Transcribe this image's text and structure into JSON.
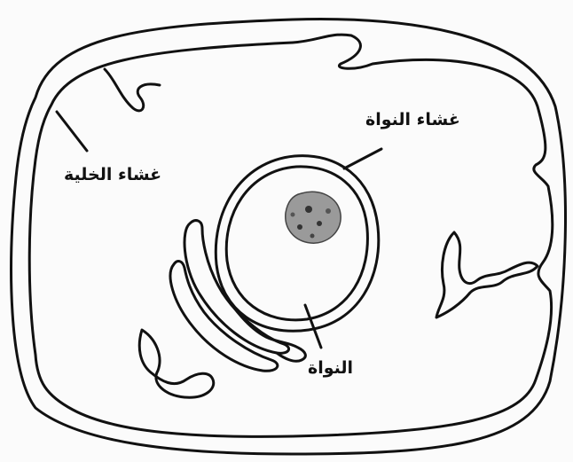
{
  "diagram": {
    "labels": {
      "nuclear_membrane": "غشاء النواة",
      "cell_membrane": "غشاء الخلية",
      "nucleus": "النواة"
    },
    "colors": {
      "ink": "#111111",
      "background": "#fbfbfb"
    }
  }
}
